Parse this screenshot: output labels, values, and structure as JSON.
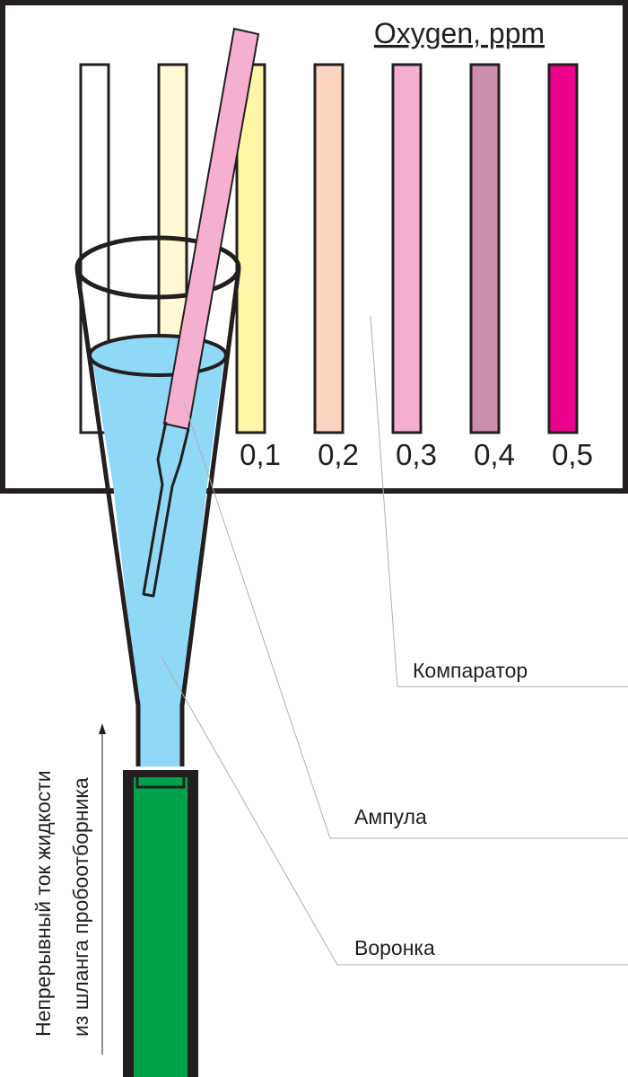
{
  "comparator": {
    "title": "Oxygen, ppm",
    "scale": [
      {
        "value": "",
        "color": "#ffffff"
      },
      {
        "value": "",
        "color": "#fff8d4"
      },
      {
        "value": "0,1",
        "color": "#fff6a6"
      },
      {
        "value": "0,2",
        "color": "#fcd3c1"
      },
      {
        "value": "0,3",
        "color": "#f5b0d0"
      },
      {
        "value": "0,4",
        "color": "#cc8fab"
      },
      {
        "value": "0,5",
        "color": "#ec008c"
      }
    ]
  },
  "labels": {
    "comparator": "Компаратор",
    "ampoule": "Ампула",
    "funnel": "Воронка"
  },
  "flow": {
    "line1": "Непрерывный ток жидкости",
    "line2": "из шланга пробоотборника"
  },
  "colors": {
    "liquid": "#8fd8f6",
    "hose": "#00a14b",
    "ampoule": "#f5b0d0",
    "outline": "#231f20"
  }
}
